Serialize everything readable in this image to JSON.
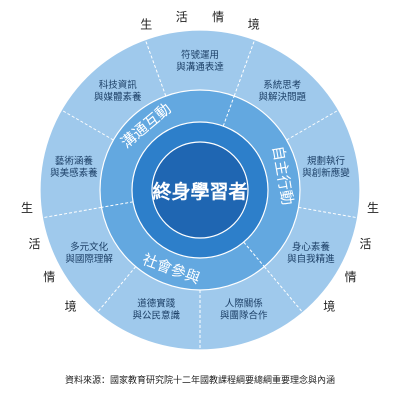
{
  "colors": {
    "outer_ring": "#9fc9ec",
    "middle_ring": "#63a8e0",
    "inner_ring": "#2d7fca",
    "core": "#1f66b2",
    "divider": "#ffffff",
    "outer_text": "#1c3f66",
    "light_text": "#ffffff",
    "context_text": "#222222"
  },
  "core": {
    "label": "終身學習者"
  },
  "dimensions": [
    {
      "id": "communication",
      "label": "溝通互動"
    },
    {
      "id": "autonomy",
      "label": "自主行動"
    },
    {
      "id": "participation",
      "label": "社會參與"
    }
  ],
  "competencies": [
    {
      "line1": "符號運用",
      "line2": "與溝通表達"
    },
    {
      "line1": "系統思考",
      "line2": "與解決問題"
    },
    {
      "line1": "規劃執行",
      "line2": "與創新應變"
    },
    {
      "line1": "身心素養",
      "line2": "與自我精進"
    },
    {
      "line1": "人際關係",
      "line2": "與團隊合作"
    },
    {
      "line1": "道德實踐",
      "line2": "與公民意識"
    },
    {
      "line1": "多元文化",
      "line2": "與國際理解"
    },
    {
      "line1": "藝術涵養",
      "line2": "與美感素養"
    },
    {
      "line1": "科技資訊",
      "line2": "與媒體素養"
    }
  ],
  "context": {
    "top": [
      "生",
      "活",
      "情",
      "境"
    ],
    "right": [
      "生",
      "活",
      "情",
      "境"
    ],
    "left": [
      "生",
      "活",
      "情",
      "境"
    ]
  },
  "source_note": "資料來源：國家教育研究院十二年國教課程綱要總綱重要理念與內涵"
}
